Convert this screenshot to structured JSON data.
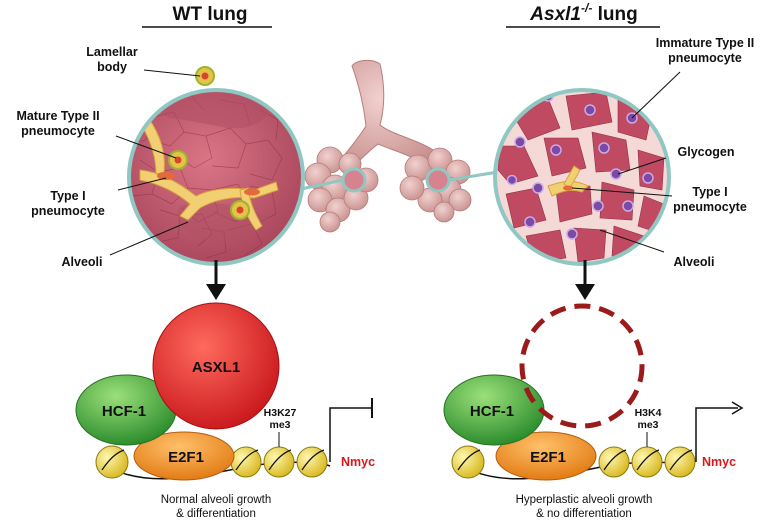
{
  "wt": {
    "title": "WT lung",
    "labels": {
      "lamellar_1": "Lamellar",
      "lamellar_2": "body",
      "mature_1": "Mature Type II",
      "mature_2": "pneumocyte",
      "type1_1": "Type I",
      "type1_2": "pneumocyte",
      "alveoli": "Alveoli"
    },
    "proteins": {
      "asxl1": "ASXL1",
      "hcf1": "HCF-1",
      "e2f1": "E2F1"
    },
    "histone_1": "H3K27",
    "histone_2": "me3",
    "gene": "Nmyc",
    "caption_1": "Normal alveoli growth",
    "caption_2": "& differentiation"
  },
  "ko": {
    "title_main": "Asxl1",
    "title_sup": "-/-",
    "title_rest": " lung",
    "labels": {
      "immature_1": "Immature Type II",
      "immature_2": "pneumocyte",
      "glycogen": "Glycogen",
      "type1_1": "Type I",
      "type1_2": "pneumocyte",
      "alveoli": "Alveoli"
    },
    "proteins": {
      "hcf1": "HCF-1",
      "e2f1": "E2F1"
    },
    "histone_1": "H3K4",
    "histone_2": "me3",
    "gene": "Nmyc",
    "caption_1": "Hyperplastic alveoli growth",
    "caption_2": "& no differentiation"
  },
  "colors": {
    "tissue": "#c25a6e",
    "tissue_dark": "#8e3046",
    "ring": "#8fc7c3",
    "asxl1": "#e32a2a",
    "hcf1": "#42ad3c",
    "e2f1": "#f08a1e",
    "nucleosome": "#f3e14d",
    "gene": "#d7191c",
    "lung": "#d9a7a5"
  }
}
